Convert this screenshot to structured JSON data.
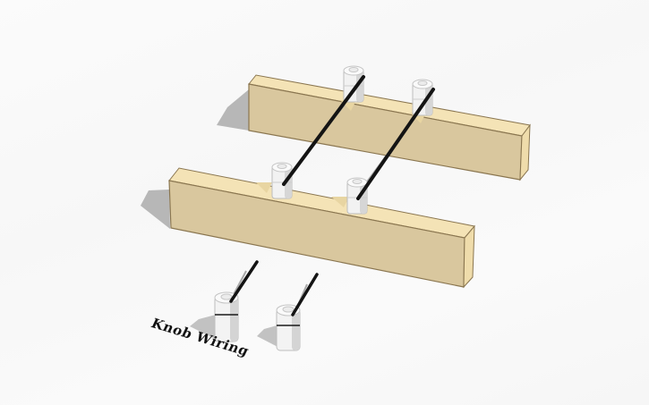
{
  "scene": {
    "title_label": "Knob Wiring",
    "background_color": "#f8f8f8",
    "colors": {
      "wood_top": "#f4e3b6",
      "wood_front": "#d9c79e",
      "wood_end": "#efdcab",
      "wood_edge": "#8a7650",
      "shadow": "#b5b5b5",
      "knob_body": "#f2f2f2",
      "knob_shade": "#d2d2d2",
      "knob_band": "#1a1a1a",
      "wire_black": "#141414",
      "wire_gray": "#a8a8a8"
    },
    "beams": [
      {
        "name": "back-beam",
        "knobs": 2
      },
      {
        "name": "front-beam",
        "knobs": 2
      }
    ],
    "loose_knobs": 2
  }
}
